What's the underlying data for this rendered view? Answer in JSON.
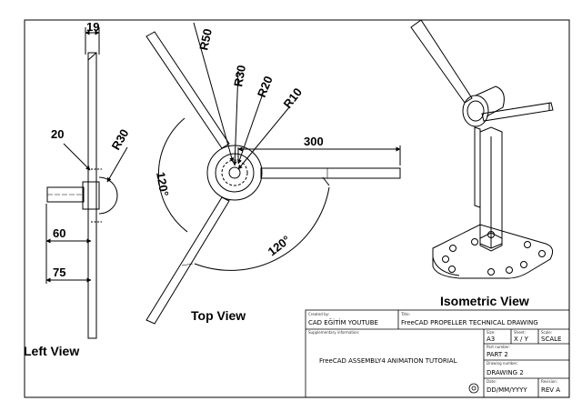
{
  "views": {
    "left": "Left View",
    "top": "Top View",
    "iso": "Isometric View"
  },
  "dims": {
    "left_19": "19",
    "left_20": "20",
    "left_r30": "R30",
    "left_60": "60",
    "left_75": "75",
    "top_r50": "R50",
    "top_r30": "R30",
    "top_r20": "R20",
    "top_r10": "R10",
    "top_300": "300",
    "top_120a": "120°",
    "top_120b": "120°"
  },
  "title_block": {
    "created_by_label": "Created by:",
    "created_by": "CAD EĞİTİM YOUTUBE",
    "title_label": "Title:",
    "title": "FreeCAD PROPELLER TECHNICAL DRAWING",
    "supp_label": "Supplementary information:",
    "supp": "FreeCAD ASSEMBLY4 ANIMATION TUTORIAL",
    "size_label": "Size:",
    "size": "A3",
    "sheet_label": "Sheet:",
    "sheet": "X / Y",
    "scale_label": "Scale:",
    "scale": "SCALE",
    "part_label": "Part number:",
    "part": "PART 2",
    "drawing_label": "Drawing number:",
    "drawing": "DRAWING 2",
    "date_label": "Date:",
    "date": "DD/MM/YYYY",
    "revision_label": "Revision:",
    "revision": "REV A"
  }
}
